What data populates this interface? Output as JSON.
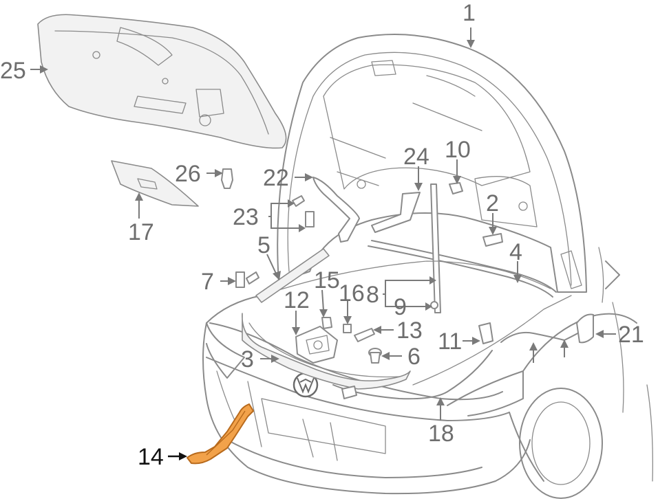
{
  "highlight_color": "#f2a24a",
  "callouts": {
    "c1": "1",
    "c2": "2",
    "c3": "3",
    "c4": "4",
    "c5": "5",
    "c6": "6",
    "c7": "7",
    "c8": "8",
    "c9": "9",
    "c10": "10",
    "c11": "11",
    "c12": "12",
    "c13": "13",
    "c14": "14",
    "c15": "15",
    "c16": "16",
    "c17": "17",
    "c18": "18",
    "c21": "21",
    "c22": "22",
    "c23": "23",
    "c24": "24",
    "c25": "25",
    "c26": "26"
  }
}
